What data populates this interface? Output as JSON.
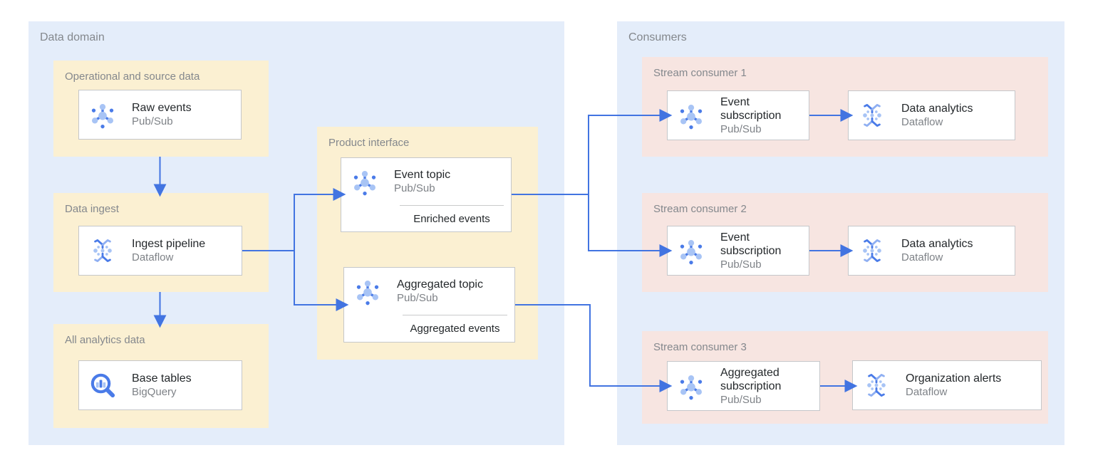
{
  "palette": {
    "panel_blue": "#E4EDFA",
    "panel_yellow": "#FBF0D2",
    "panel_pink": "#F7E5E1",
    "arrow_blue": "#4274E1",
    "icon_blue_dark": "#4A7BE8",
    "icon_blue_light": "#A8C4F5",
    "label_gray": "#84888D",
    "card_border": "#C5C7CA"
  },
  "icons": {
    "pubsub": "pubsub-icon",
    "dataflow": "dataflow-icon",
    "bigquery": "bigquery-icon"
  },
  "data_domain": {
    "label": "Data domain",
    "groups": {
      "op_source": {
        "label": "Operational and source data",
        "card": {
          "title": "Raw events",
          "product": "Pub/Sub"
        }
      },
      "ingest": {
        "label": "Data ingest",
        "card": {
          "title": "Ingest pipeline",
          "product": "Dataflow"
        }
      },
      "analytics": {
        "label": "All analytics data",
        "card": {
          "title": "Base tables",
          "product": "BigQuery"
        }
      },
      "product_interface": {
        "label": "Product interface",
        "cards": [
          {
            "title": "Event topic",
            "product": "Pub/Sub",
            "annotation": "Enriched events"
          },
          {
            "title": "Aggregated topic",
            "product": "Pub/Sub",
            "annotation": "Aggregated events"
          }
        ]
      }
    }
  },
  "consumers": {
    "label": "Consumers",
    "groups": [
      {
        "label": "Stream consumer 1",
        "source": {
          "title": "Event subscription",
          "product": "Pub/Sub"
        },
        "sink": {
          "title": "Data analytics",
          "product": "Dataflow"
        }
      },
      {
        "label": "Stream consumer 2",
        "source": {
          "title": "Event subscription",
          "product": "Pub/Sub"
        },
        "sink": {
          "title": "Data analytics",
          "product": "Dataflow"
        }
      },
      {
        "label": "Stream consumer 3",
        "source": {
          "title": "Aggregated subscription",
          "product": "Pub/Sub"
        },
        "sink": {
          "title": "Organization alerts",
          "product": "Dataflow"
        }
      }
    ]
  }
}
